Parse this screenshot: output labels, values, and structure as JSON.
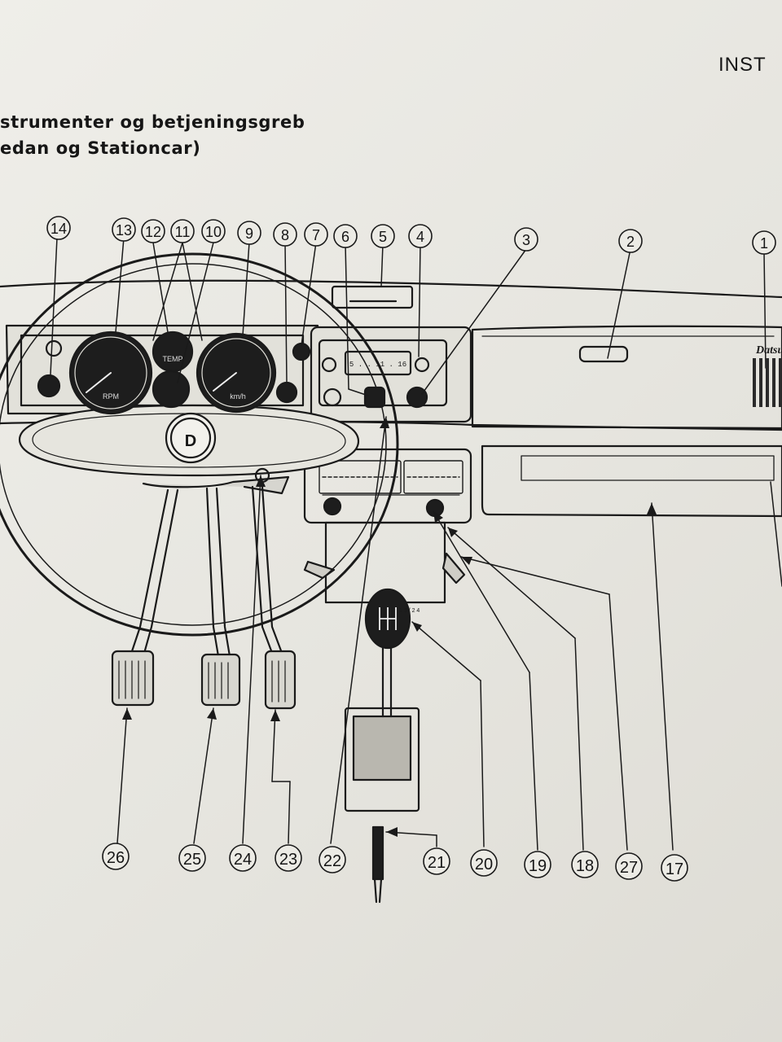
{
  "header": {
    "section_label": "INST"
  },
  "title": {
    "line1": "strumenter og betjeningsgreb",
    "line2": "edan og Stationcar)"
  },
  "dashboard": {
    "logo_text": "Datsu",
    "horn_badge": "D",
    "tacho_label": "RPM",
    "temp_label": "TEMP",
    "speedo_label": "km/h",
    "radio_dial": "5 . . 11 . 16",
    "shift_pattern": "1 3 / 2 4"
  },
  "callouts": {
    "top": [
      "14",
      "13",
      "12",
      "11",
      "10",
      "9",
      "8",
      "7",
      "6",
      "5",
      "4",
      "3",
      "2",
      "1"
    ],
    "bottom": [
      "26",
      "25",
      "24",
      "23",
      "22",
      "21",
      "20",
      "19",
      "18",
      "27",
      "17"
    ]
  }
}
